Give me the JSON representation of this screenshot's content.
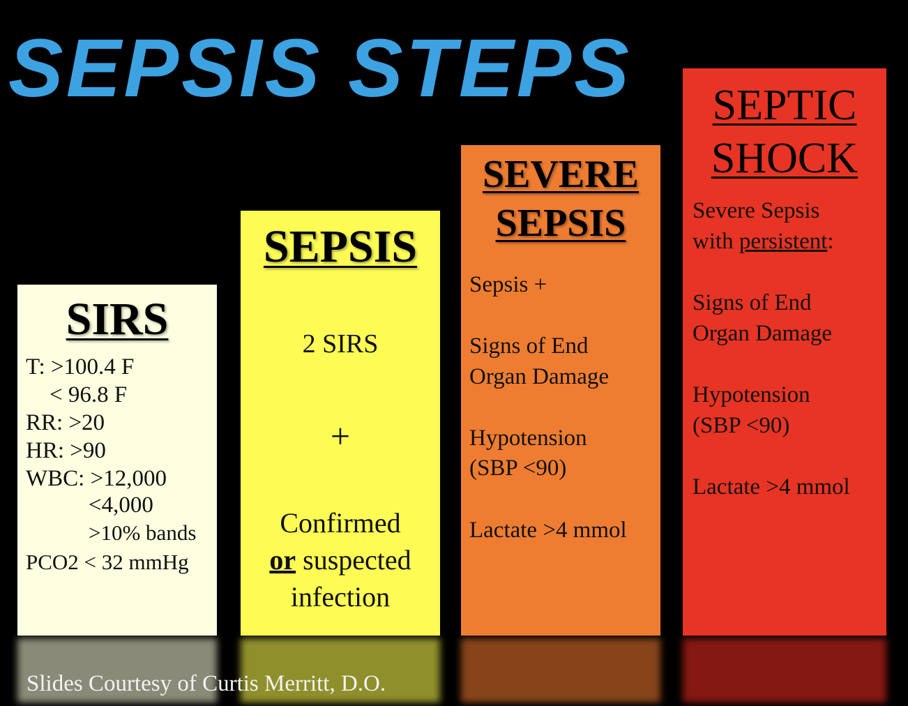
{
  "title": "SEPSIS STEPS",
  "colors": {
    "sirs": "#fefee0",
    "sepsis": "#fdfb54",
    "severe": "#ee7d32",
    "shock": "#e83424",
    "title": "#3da2e2"
  },
  "sirs": {
    "heading": "SIRS",
    "lines": [
      "T: >100.4 F",
      "< 96.8 F",
      "RR: >20",
      "HR: >90",
      "WBC: >12,000",
      "<4,000",
      ">10% bands",
      "PCO2 < 32 mmHg"
    ]
  },
  "sepsis": {
    "heading": "SEPSIS",
    "line1": "2 SIRS",
    "plus": "+",
    "line2": "Confirmed",
    "line3_or": "or",
    "line3_rest": " suspected",
    "line4": "infection"
  },
  "severe": {
    "heading1": "SEVERE",
    "heading2": "SEPSIS",
    "lines": [
      "Sepsis +",
      "Signs of End",
      "Organ Damage",
      "Hypotension",
      "(SBP <90)",
      "Lactate >4 mmol"
    ]
  },
  "shock": {
    "heading1": "SEPTIC",
    "heading2": "SHOCK",
    "intro1": "Severe Sepsis",
    "intro2_a": "with ",
    "intro2_b": "persistent",
    "intro2_c": ":",
    "lines": [
      "Signs of End",
      "Organ Damage",
      "Hypotension",
      "(SBP <90)",
      "Lactate >4 mmol"
    ]
  },
  "credit": "Slides Courtesy of Curtis Merritt, D.O."
}
